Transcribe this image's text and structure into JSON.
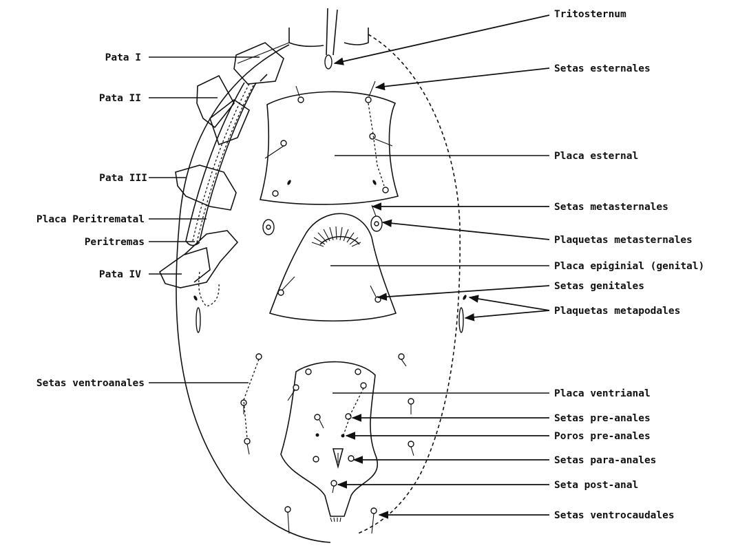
{
  "labels_left": [
    {
      "id": "pata-i",
      "text": "Pata I"
    },
    {
      "id": "pata-ii",
      "text": "Pata II"
    },
    {
      "id": "pata-iii",
      "text": "Pata III"
    },
    {
      "id": "placa-peritrematal",
      "text": "Placa Peritrematal"
    },
    {
      "id": "peritremas",
      "text": "Peritremas"
    },
    {
      "id": "pata-iv",
      "text": "Pata IV"
    },
    {
      "id": "setas-ventroanales",
      "text": "Setas ventroanales"
    }
  ],
  "labels_right": [
    {
      "id": "tritosternum",
      "text": "Tritosternum"
    },
    {
      "id": "setas-esternales",
      "text": "Setas esternales"
    },
    {
      "id": "placa-esternal",
      "text": "Placa esternal"
    },
    {
      "id": "setas-metasternales",
      "text": "Setas metasternales"
    },
    {
      "id": "plaquetas-metasternales",
      "text": "Plaquetas metasternales"
    },
    {
      "id": "placa-epiginial",
      "text": "Placa epiginial (genital)"
    },
    {
      "id": "setas-genitales",
      "text": "Setas genitales"
    },
    {
      "id": "plaquetas-metapodales",
      "text": "Plaquetas metapodales"
    },
    {
      "id": "placa-ventrianal",
      "text": "Placa ventrianal"
    },
    {
      "id": "setas-pre-anales",
      "text": "Setas pre-anales"
    },
    {
      "id": "poros-pre-anales",
      "text": "Poros pre-anales"
    },
    {
      "id": "setas-para-anales",
      "text": "Setas para-anales"
    },
    {
      "id": "seta-post-anal",
      "text": "Seta post-anal"
    },
    {
      "id": "setas-ventrocaudales",
      "text": "Setas ventrocaudales"
    }
  ]
}
